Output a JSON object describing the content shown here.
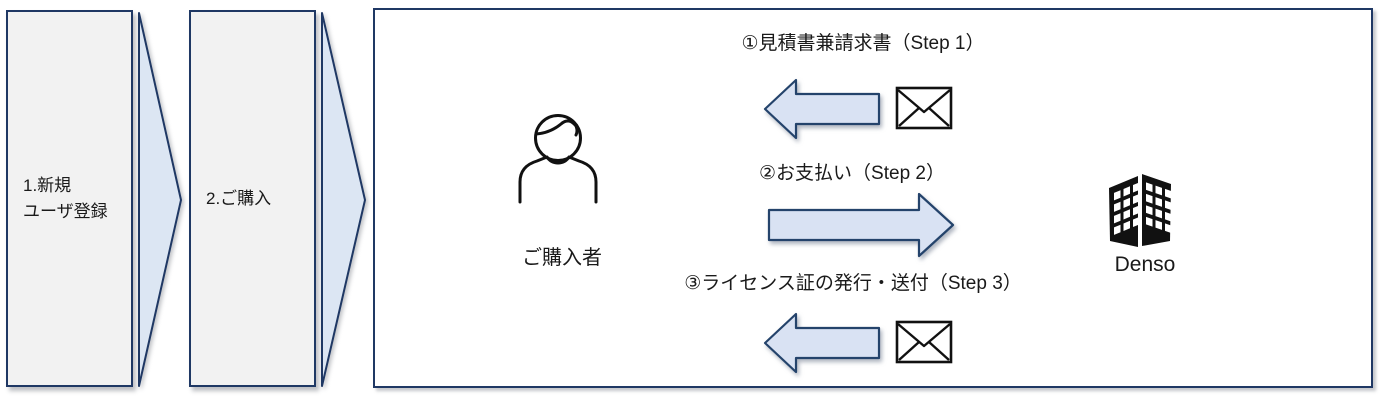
{
  "colors": {
    "border_navy": "#1f3864",
    "arrow_fill": "#d9e2f3",
    "chevron_fill": "#dce6f3",
    "panel_fill": "#f2f2f2",
    "box_fill": "#ffffff",
    "text": "#1a1a1a",
    "icon_black": "#111111"
  },
  "left_steps": [
    {
      "lines": [
        "1.新規",
        "ユーザ登録"
      ]
    },
    {
      "lines": [
        "2.ご購入"
      ]
    }
  ],
  "diagram": {
    "buyer_label": "ご購入者",
    "company_label": "Denso",
    "messages": [
      {
        "label": "①見積書兼請求書（Step 1）",
        "direction": "left",
        "has_envelope": true
      },
      {
        "label": "②お支払い（Step 2）",
        "direction": "right",
        "has_envelope": false
      },
      {
        "label": "③ライセンス証の発行・送付（Step 3）",
        "direction": "left",
        "has_envelope": true
      }
    ]
  }
}
